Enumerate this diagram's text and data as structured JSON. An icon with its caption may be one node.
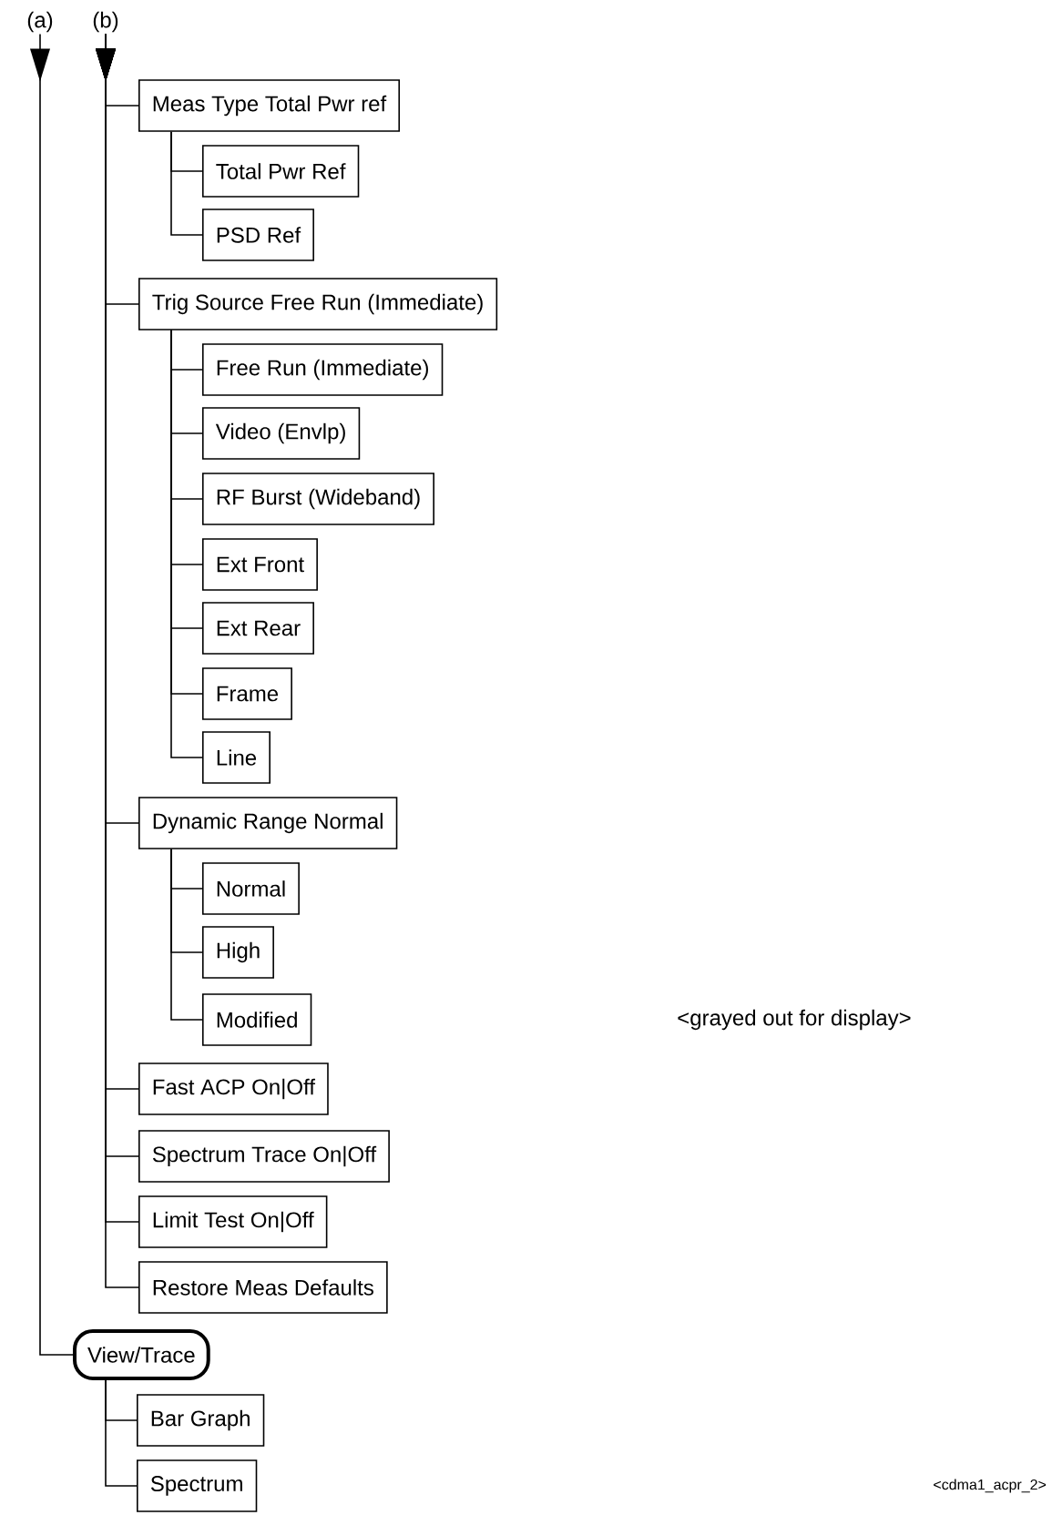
{
  "diagram": {
    "nodes": [
      {
        "text": [
          "(a)"
        ]
      },
      {
        "text": [
          "(b)"
        ]
      },
      {
        "text": [
          "Meas Type Total Pwr ref"
        ]
      },
      {
        "text": [
          "Total Pwr Ref"
        ]
      },
      {
        "text": [
          "PSD Ref"
        ]
      },
      {
        "text": [
          "Trig Source Free Run (Immediate)"
        ]
      },
      {
        "text": [
          "Free Run (Immediate)"
        ]
      },
      {
        "text": [
          "Video (Envlp)"
        ]
      },
      {
        "text": [
          "RF Burst (Wideband)"
        ]
      },
      {
        "text": [
          "Ext Front"
        ]
      },
      {
        "text": [
          "Ext Rear"
        ]
      },
      {
        "text": [
          "Frame"
        ]
      },
      {
        "text": [
          "Line"
        ]
      },
      {
        "text": [
          "Dynamic Range Normal"
        ]
      },
      {
        "text": [
          "Normal"
        ]
      },
      {
        "text": [
          "High"
        ]
      },
      {
        "text": [
          "Modified"
        ]
      },
      {
        "text": [
          "Fast ACP On|Off"
        ]
      },
      {
        "text": [
          "Spectrum Trace On|Off"
        ]
      },
      {
        "text": [
          "Limit Test On|Off"
        ]
      },
      {
        "text": [
          "Restore Meas Defaults"
        ]
      },
      {
        "text": [
          "View/Trace"
        ]
      },
      {
        "text": [
          "Bar Graph"
        ]
      },
      {
        "text": [
          "Spectrum"
        ]
      }
    ],
    "edges": [
      {
        "from": 1,
        "to": 2,
        "arrow": "to"
      },
      {
        "from": 2,
        "to": 3,
        "arrow": "none"
      },
      {
        "from": 2,
        "to": 4,
        "arrow": "none"
      },
      {
        "from": 1,
        "to": 5,
        "arrow": "to"
      },
      {
        "from": 5,
        "to": 6,
        "arrow": "none"
      },
      {
        "from": 5,
        "to": 7,
        "arrow": "none"
      },
      {
        "from": 5,
        "to": 8,
        "arrow": "none"
      },
      {
        "from": 5,
        "to": 9,
        "arrow": "none"
      },
      {
        "from": 5,
        "to": 10,
        "arrow": "none"
      },
      {
        "from": 5,
        "to": 11,
        "arrow": "none"
      },
      {
        "from": 5,
        "to": 12,
        "arrow": "none"
      },
      {
        "from": 1,
        "to": 13,
        "arrow": "to"
      },
      {
        "from": 13,
        "to": 14,
        "arrow": "none"
      },
      {
        "from": 13,
        "to": 15,
        "arrow": "none"
      },
      {
        "from": 13,
        "to": 16,
        "arrow": "none"
      },
      {
        "from": 1,
        "to": 17,
        "arrow": "to"
      },
      {
        "from": 1,
        "to": 18,
        "arrow": "to"
      },
      {
        "from": 1,
        "to": 19,
        "arrow": "to"
      },
      {
        "from": 1,
        "to": 20,
        "arrow": "to"
      },
      {
        "from": 0,
        "to": 21,
        "arrow": "to"
      },
      {
        "from": 21,
        "to": 22,
        "arrow": "none"
      },
      {
        "from": 21,
        "to": 23,
        "arrow": "none"
      }
    ],
    "labels": [
      "<grayed out for display>",
      "<cdma1_acpr_2>"
    ]
  }
}
